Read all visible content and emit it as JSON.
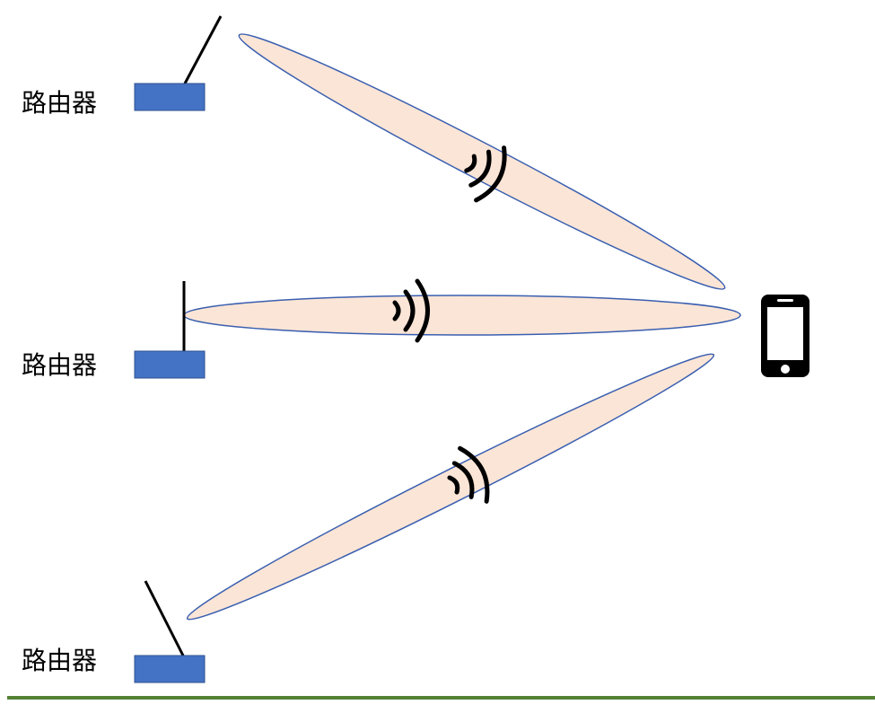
{
  "routers": [
    {
      "label": "路由器"
    },
    {
      "label": "路由器"
    },
    {
      "label": "路由器"
    }
  ],
  "device": {
    "icon": "smartphone-icon"
  },
  "signal_icon": "wifi-signal-icon",
  "colors": {
    "router_fill": "#4472c4",
    "beam_fill": "#fbe5d6",
    "beam_stroke": "#3a5fb0",
    "antenna": "#000000",
    "signal": "#000000",
    "ground_line": "#548235"
  }
}
